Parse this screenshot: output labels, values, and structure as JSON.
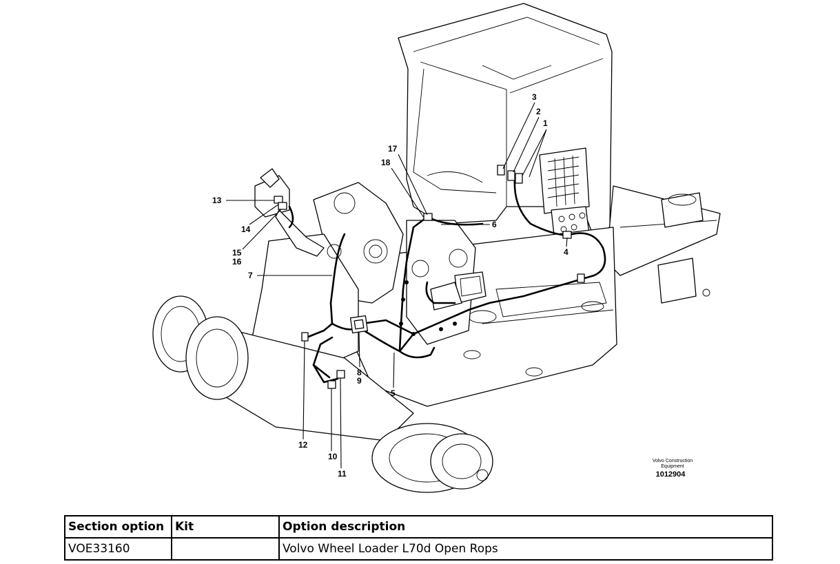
{
  "diagram": {
    "callouts": [
      "1",
      "2",
      "3",
      "4",
      "5",
      "6",
      "7",
      "8",
      "9",
      "10",
      "11",
      "12",
      "13",
      "14",
      "15",
      "16",
      "17",
      "18"
    ],
    "credit_line1": "Volvo Construction",
    "credit_line2": "Equipment",
    "doc_number": "1012904"
  },
  "table": {
    "headers": [
      "Section option",
      "Kit",
      "Option description"
    ],
    "rows": [
      [
        "VOE33160",
        "",
        "Volvo Wheel Loader L70d Open Rops"
      ]
    ]
  }
}
